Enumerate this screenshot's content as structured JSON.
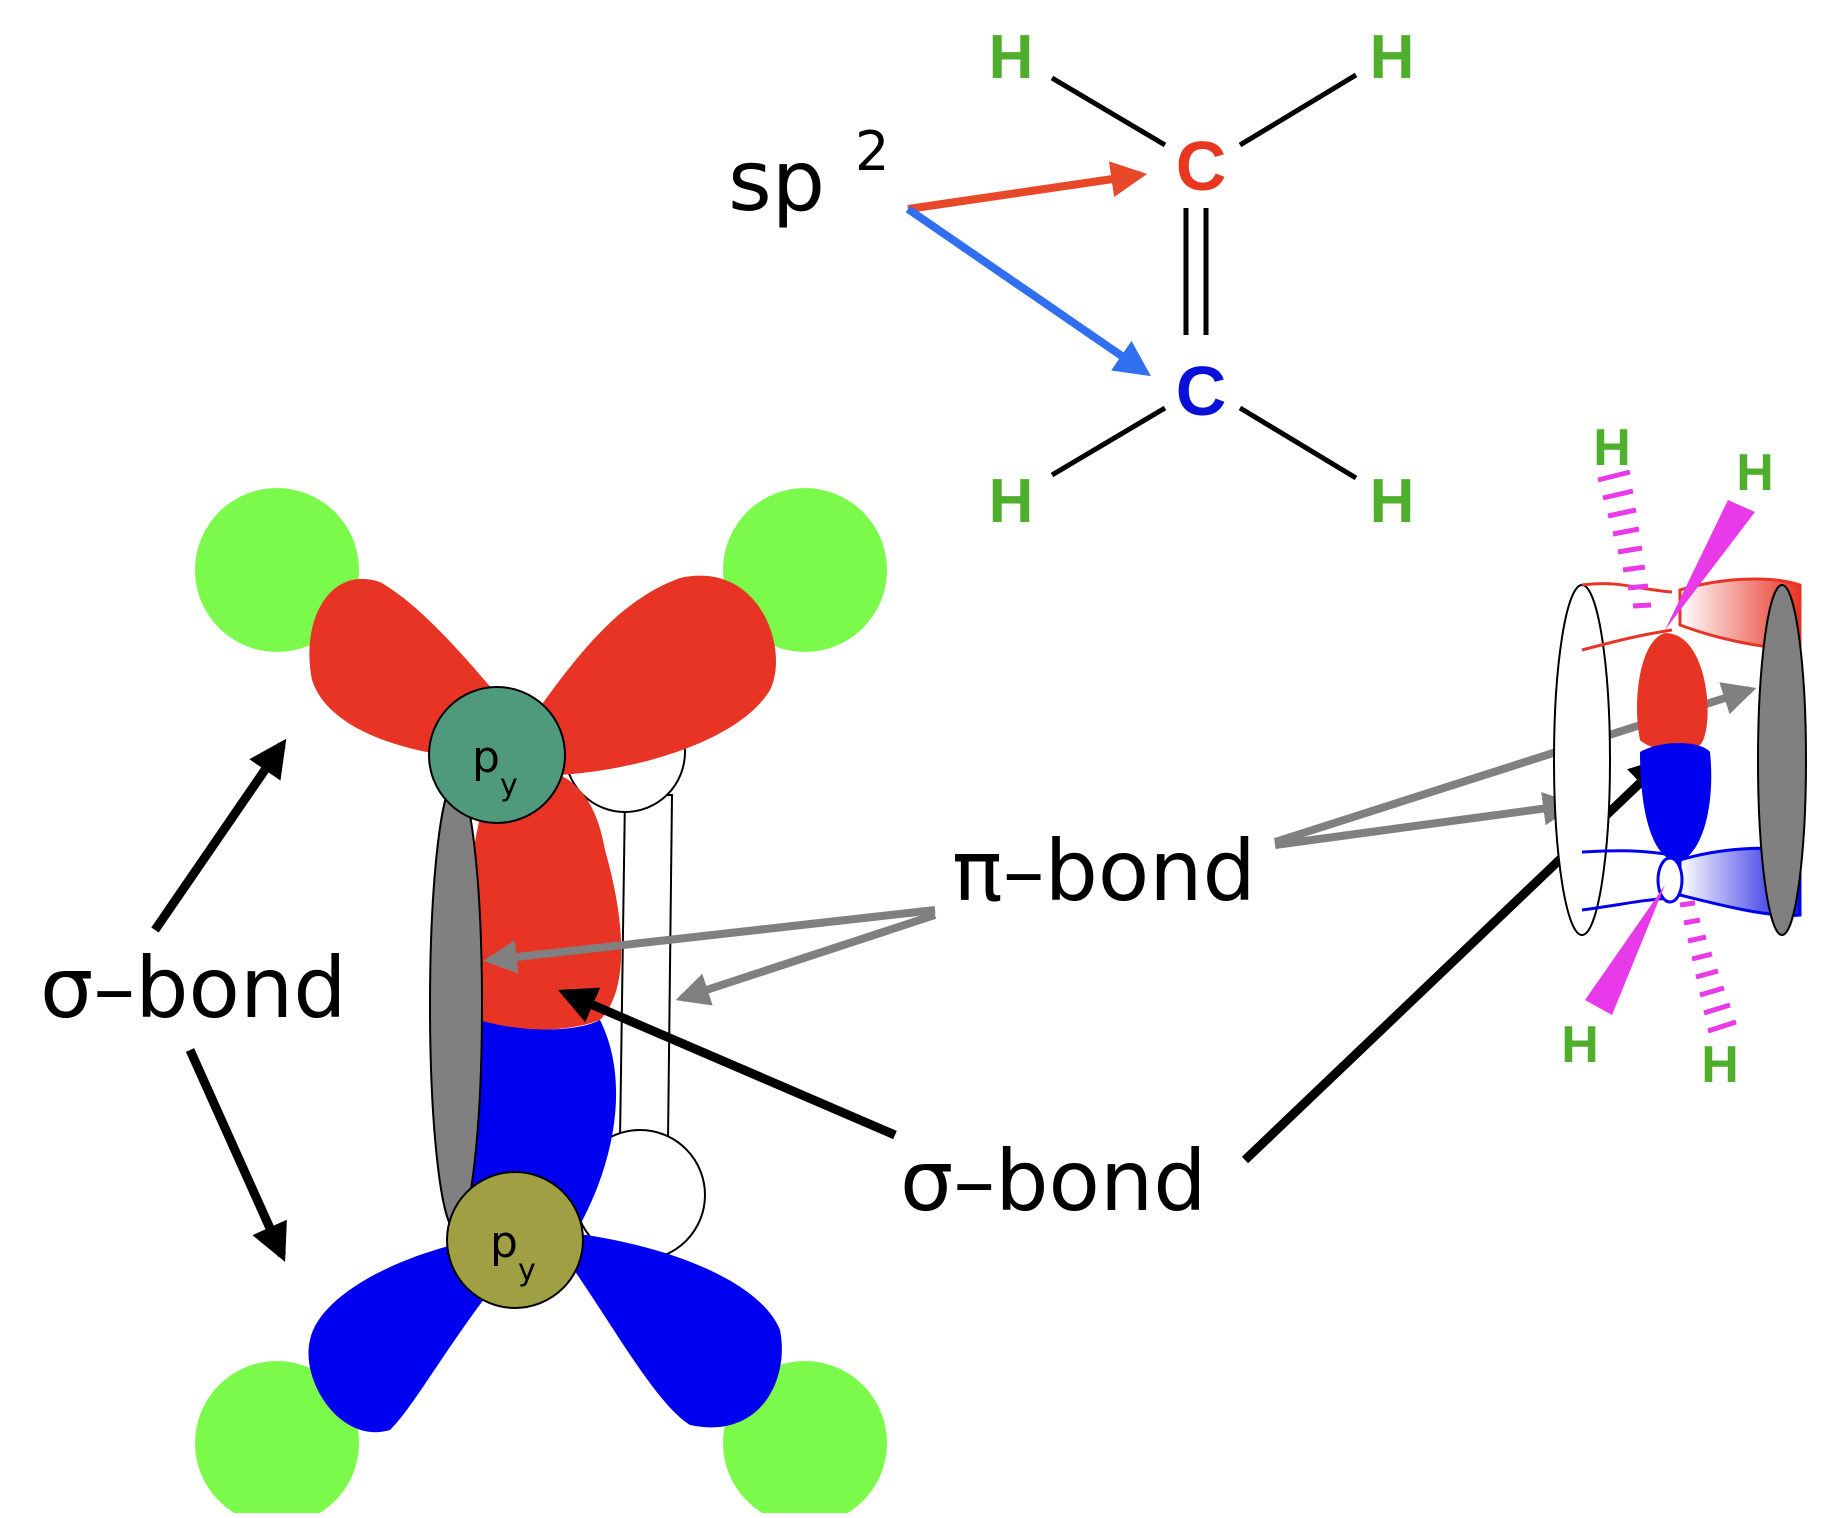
{
  "colors": {
    "hydrogen_label": "#4fae2c",
    "carbon_top": "#e8361f",
    "carbon_bottom": "#0a10d8",
    "hydrogen_sphere": "#7cfa4c",
    "red_lobe": "#e83425",
    "blue_lobe": "#0000f0",
    "py_top": "#4f9a7c",
    "py_bottom": "#a09f44",
    "grey_arrow": "#808080",
    "magenta_bond": "#e83ae8",
    "red_arrow": "#e8482a",
    "blue_arrow": "#2f6ff0"
  },
  "structure": {
    "hybridization": "sp",
    "hybridization_sup": "2",
    "h_top_left": "H",
    "h_top_right": "H",
    "h_bottom_left": "H",
    "h_bottom_right": "H",
    "carbon_top": "C",
    "carbon_bottom": "C"
  },
  "orbital_model": {
    "py_top_main": "p",
    "py_top_sub": "y",
    "py_bottom_main": "p",
    "py_bottom_sub": "y"
  },
  "labels": {
    "sigma_left": "σ–bond",
    "pi_center": "π–bond",
    "sigma_center": "σ–bond"
  },
  "side_view": {
    "h1": "H",
    "h2": "H",
    "h3": "H",
    "h4": "H"
  }
}
